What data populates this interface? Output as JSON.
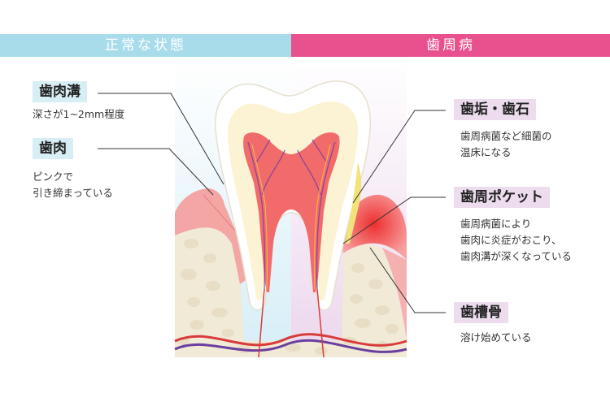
{
  "header": {
    "normal": "正常な状態",
    "disease": "歯周病"
  },
  "labels": {
    "gingival_sulcus": {
      "title": "歯肉溝",
      "desc": [
        "深さが1~2mm程度"
      ]
    },
    "gingiva": {
      "title": "歯肉",
      "desc": [
        "ピンクで",
        "引き締まっている"
      ]
    },
    "plaque_tartar": {
      "title": "歯垢・歯石",
      "desc": [
        "歯周病菌など細菌の",
        "温床になる"
      ]
    },
    "periodontal_pocket": {
      "title": "歯周ポケット",
      "desc": [
        "歯周病菌により",
        "歯肉に炎症がおこり、",
        "歯肉溝が深くなっている"
      ]
    },
    "alveolar_bone": {
      "title": "歯槽骨",
      "desc": [
        "溶け始めている"
      ]
    }
  },
  "colors": {
    "normal_header": "#a8dcea",
    "disease_header": "#e8508e",
    "gum": "#f4a6a4",
    "inflamed_gum": "#ef4a4a",
    "bone": "#f2ecdc",
    "enamel": "#ffffff",
    "dentin": "#faf3d6",
    "pulp": "#f26b6b",
    "nerve": "#7a3fa0",
    "plaque": "#f2e27a"
  }
}
